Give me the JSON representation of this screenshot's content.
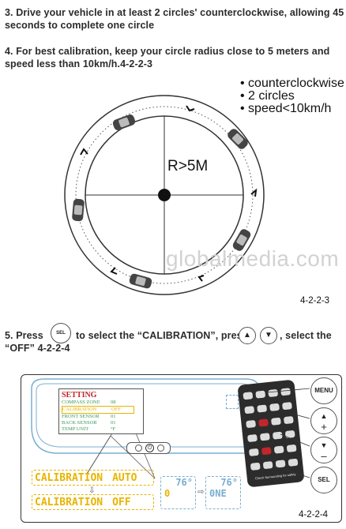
{
  "step3": {
    "line1": "3. Drive your vehicle in at least 2 circles' counterclockwise, allowing 45",
    "line2": "seconds to complete one circle"
  },
  "step4": {
    "line1": "4. For best calibration, keep your circle radius close to 5 meters and",
    "line2": "speed less than 10km/h.4-2-2-3"
  },
  "bullets": [
    "counterclockwise",
    "2 circles",
    "speed<10km/h"
  ],
  "circle_label": "R>5M",
  "watermark": "globalmedia.com",
  "fig1_label": "4-2-2-3",
  "step5": {
    "part1": "5. Press",
    "sel_icon_text": "SEL",
    "part2": "to select  the “CALIBRATION”, press",
    "part3": ", select the",
    "line2": "“OFF” 4-2-2-4"
  },
  "mirror_menu": {
    "title": "SETTING",
    "rows": [
      {
        "label": "COMPASS ZONE",
        "value": "08"
      },
      {
        "label": "CALIBRATION",
        "value": "OFF"
      },
      {
        "label": "FRONT SENSOR",
        "value": "01"
      },
      {
        "label": "BACK SENSOR",
        "value": "01"
      },
      {
        "label": "TEMP UNIT",
        "value": "°F"
      }
    ]
  },
  "lcd_auto": {
    "label": "CALIBRATION",
    "value": "AUTO"
  },
  "lcd_off": {
    "label": "CALIBRATION",
    "value": "OFF"
  },
  "mini_display_1": {
    "top": "76°",
    "bottom": "0"
  },
  "mini_display_2": {
    "top": "76°",
    "bottom": "0NE"
  },
  "remote_caption": "Check Surrounding for safety",
  "side_buttons": {
    "menu": "MENU",
    "up": "+",
    "down": "–",
    "sel": "SEL"
  },
  "fig2_label": "4-2-2-4",
  "colors": {
    "lcd_text": "#e8b400",
    "lcd_green": "#3a9a5a",
    "menu_title": "#c0262b",
    "mirror_line": "#7aaed0"
  }
}
